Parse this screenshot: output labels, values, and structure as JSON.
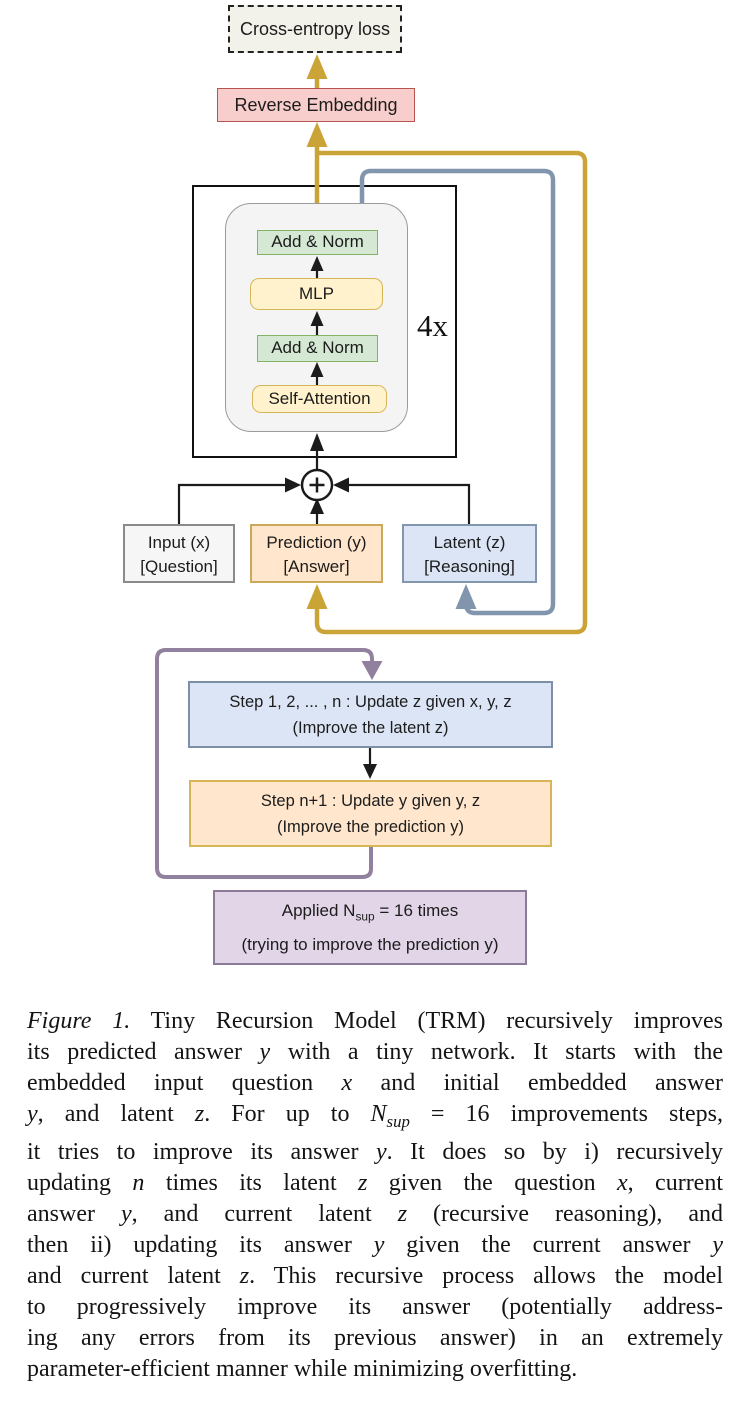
{
  "figure": {
    "loss_box": "Cross-entropy loss",
    "reverse_embedding": "Reverse Embedding",
    "transformer": {
      "add_norm_top": "Add & Norm",
      "mlp": "MLP",
      "add_norm_bottom": "Add & Norm",
      "self_attention": "Self-Attention",
      "repeat_label": "4x"
    },
    "state_boxes": {
      "input": {
        "line1": "Input (x)",
        "line2": "[Question]"
      },
      "prediction": {
        "line1": "Prediction (y)",
        "line2": "[Answer]"
      },
      "latent": {
        "line1": "Latent (z)",
        "line2": "[Reasoning]"
      }
    },
    "step_z": {
      "line1": "Step 1, 2, ... , n : Update z given x, y, z",
      "line2": "(Improve the latent z)"
    },
    "step_y": {
      "line1": "Step n+1 : Update y given y, z",
      "line2": "(Improve the prediction y)"
    },
    "applied": {
      "line1_pre": "Applied N",
      "line1_sub": "sup",
      "line1_post": " = 16 times",
      "line2": "(trying to improve the prediction y)"
    }
  },
  "caption": {
    "lines": [
      [
        {
          "t": "Figure 1.",
          "i": true
        },
        {
          "t": " Tiny Recursion Model (TRM) recursively improves"
        }
      ],
      [
        {
          "t": "its predicted answer "
        },
        {
          "t": "y",
          "i": true
        },
        {
          "t": " with a tiny network. It starts with the"
        }
      ],
      [
        {
          "t": "embedded input question "
        },
        {
          "t": "x",
          "i": true
        },
        {
          "t": " and initial embedded answer"
        }
      ],
      [
        {
          "t": "y",
          "i": true
        },
        {
          "t": ", and latent "
        },
        {
          "t": "z",
          "i": true
        },
        {
          "t": ". For up to "
        },
        {
          "t": "N",
          "i": true
        },
        {
          "t": "sup",
          "i": true,
          "sub": true
        },
        {
          "t": " = 16 improvements steps,"
        }
      ],
      [
        {
          "t": "it tries to improve its answer "
        },
        {
          "t": "y",
          "i": true
        },
        {
          "t": ". It does so by i) recursively"
        }
      ],
      [
        {
          "t": "updating "
        },
        {
          "t": "n",
          "i": true
        },
        {
          "t": " times its latent "
        },
        {
          "t": "z",
          "i": true
        },
        {
          "t": " given the question "
        },
        {
          "t": "x",
          "i": true
        },
        {
          "t": ", current"
        }
      ],
      [
        {
          "t": "answer "
        },
        {
          "t": "y",
          "i": true
        },
        {
          "t": ", and current latent "
        },
        {
          "t": "z",
          "i": true
        },
        {
          "t": " (recursive reasoning), and"
        }
      ],
      [
        {
          "t": "then ii) updating its answer "
        },
        {
          "t": "y",
          "i": true
        },
        {
          "t": " given the current answer "
        },
        {
          "t": "y",
          "i": true
        }
      ],
      [
        {
          "t": "and current latent "
        },
        {
          "t": "z",
          "i": true
        },
        {
          "t": ". This recursive process allows the model"
        }
      ],
      [
        {
          "t": "to progressively improve its answer (potentially address-"
        }
      ],
      [
        {
          "t": "ing any errors from its previous answer) in an extremely"
        }
      ],
      [
        {
          "t": "parameter-efficient manner while minimizing overfitting."
        }
      ]
    ]
  },
  "colors": {
    "gold_arrow": "#CBA437",
    "slate_blue_arrow": "#8195AC",
    "purple_arrow": "#92809F",
    "pink_fill": "#F8CECC",
    "pink_border": "#B85450",
    "green_fill": "#D5E8D4",
    "green_border": "#82B366",
    "yellow_fill": "#FFF2CC",
    "yellow_border": "#D6B656",
    "orange_fill": "#FFE6CC",
    "blue_fill": "#DCE5F5",
    "blue_border": "#8296AE",
    "purple_fill": "#E1D5E7",
    "purple_border": "#8C7A99",
    "gray_fill": "#F6F6F6",
    "gray_border": "#8A8A8A"
  }
}
